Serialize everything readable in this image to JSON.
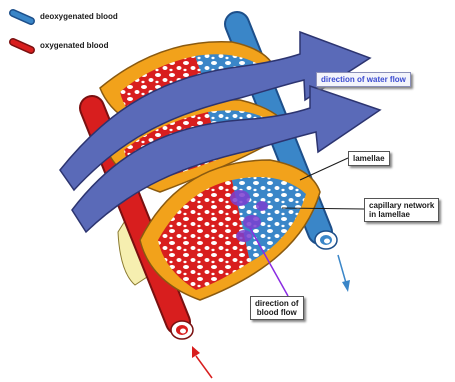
{
  "legend": {
    "deoxygenated": {
      "label": "deoxygenated blood",
      "color": "#3a86c8"
    },
    "oxygenated": {
      "label": "oxygenated blood",
      "color": "#d81e1e"
    }
  },
  "labels": {
    "water_flow": "direction of water flow",
    "lamellae": "lamellae",
    "capillary_line1": "capillary network",
    "capillary_line2": "in lamellae",
    "blood_flow_line1": "direction of",
    "blood_flow_line2": "blood flow"
  },
  "colors": {
    "water_arrow": "#5a6ab8",
    "lamella": "#f2a21b",
    "lamella_outline": "#8a5a10",
    "blood_flow_line": "#8a2be2"
  }
}
